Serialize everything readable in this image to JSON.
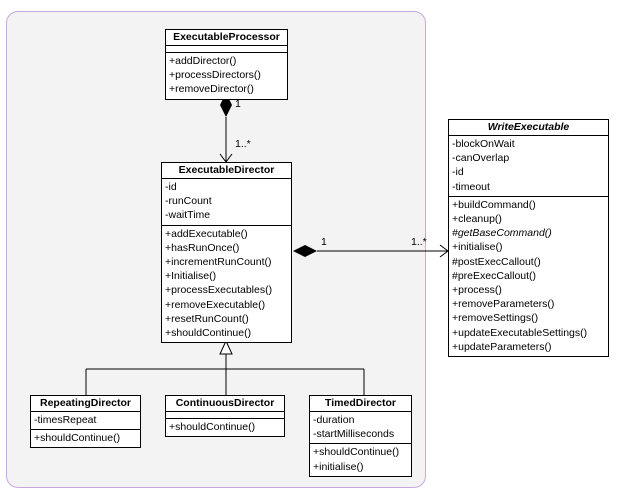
{
  "classes": {
    "executable_processor": {
      "name": "ExecutableProcessor",
      "attributes": [],
      "operations": [
        "+addDirector()",
        "+processDirectors()",
        "+removeDirector()"
      ]
    },
    "executable_director": {
      "name": "ExecutableDirector",
      "attributes": [
        "-id",
        "-runCount",
        "-waitTime"
      ],
      "operations": [
        "+addExecutable()",
        "+hasRunOnce()",
        "+incrementRunCount()",
        "+Initialise()",
        "+processExecutables()",
        "+removeExecutable()",
        "+resetRunCount()",
        "+shouldContinue()"
      ]
    },
    "write_executable": {
      "name": "WriteExecutable",
      "attributes": [
        "-blockOnWait",
        "-canOverlap",
        "-id",
        "-timeout"
      ],
      "operations": [
        "+buildCommand()",
        "+cleanup()",
        "#getBaseCommand()",
        "+initialise()",
        "#postExecCallout()",
        "#preExecCallout()",
        "+process()",
        "+removeParameters()",
        "+removeSettings()",
        "+updateExecutableSettings()",
        "+updateParameters()"
      ]
    },
    "repeating_director": {
      "name": "RepeatingDirector",
      "attributes": [
        "-timesRepeat"
      ],
      "operations": [
        "+shouldContinue()"
      ]
    },
    "continuous_director": {
      "name": "ContinuousDirector",
      "attributes": [],
      "operations": [
        "+shouldContinue()"
      ]
    },
    "timed_director": {
      "name": "TimedDirector",
      "attributes": [
        "-duration",
        "-startMilliseconds"
      ],
      "operations": [
        "+shouldContinue()",
        "+initialise()"
      ]
    }
  },
  "relations": {
    "processor_director": {
      "source_multiplicity": "1",
      "target_multiplicity": "1..*"
    },
    "director_executable": {
      "source_multiplicity": "1",
      "target_multiplicity": "1..*"
    }
  },
  "colors": {
    "package_fill": "#f3f3f3",
    "package_border": "#c7a8dc"
  }
}
